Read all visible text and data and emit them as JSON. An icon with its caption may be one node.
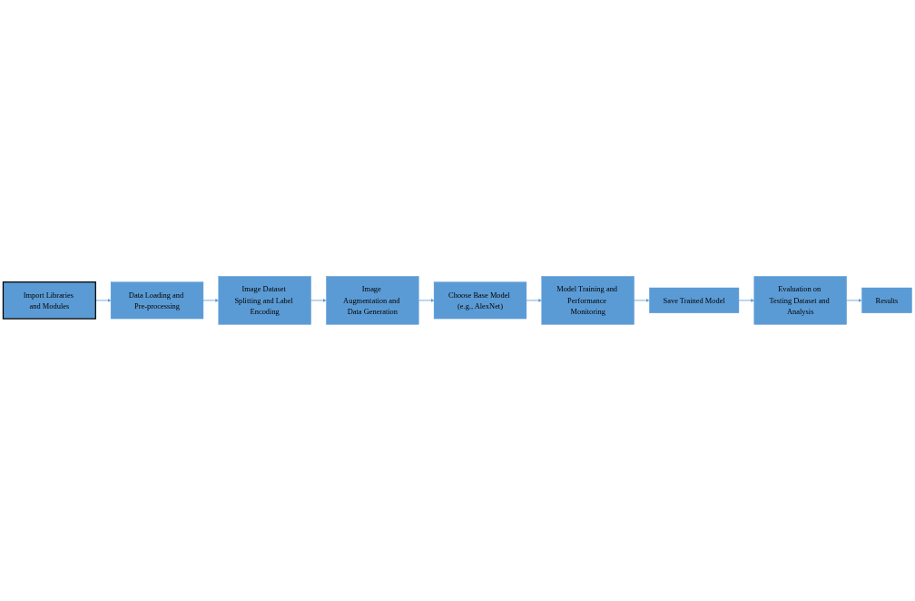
{
  "diagram": {
    "nodes": [
      {
        "text": [
          "Import Libraries and Modules"
        ]
      },
      {
        "text": [
          "Data Loading and Pre-processing"
        ]
      },
      {
        "text": [
          "Image Dataset Splitting and Label Encoding"
        ]
      },
      {
        "text": [
          "Image Augmentation and Data Generation"
        ]
      },
      {
        "text": [
          "Choose Base Model (e.g., AlexNet)"
        ]
      },
      {
        "text": [
          "Model Training and Performance Monitoring"
        ]
      },
      {
        "text": [
          "Save Trained Model"
        ]
      },
      {
        "text": [
          "Evaluation on Testing Dataset and Analysis"
        ]
      },
      {
        "text": [
          "Results"
        ]
      }
    ],
    "edges": [
      {
        "from": 0,
        "to": 1,
        "arrow": "to"
      },
      {
        "from": 1,
        "to": 2,
        "arrow": "to"
      },
      {
        "from": 2,
        "to": 3,
        "arrow": "to"
      },
      {
        "from": 3,
        "to": 4,
        "arrow": "to"
      },
      {
        "from": 4,
        "to": 5,
        "arrow": "to"
      },
      {
        "from": 5,
        "to": 6,
        "arrow": "to"
      },
      {
        "from": 6,
        "to": 7,
        "arrow": "to"
      },
      {
        "from": 7,
        "to": 8,
        "arrow": "to"
      }
    ]
  }
}
